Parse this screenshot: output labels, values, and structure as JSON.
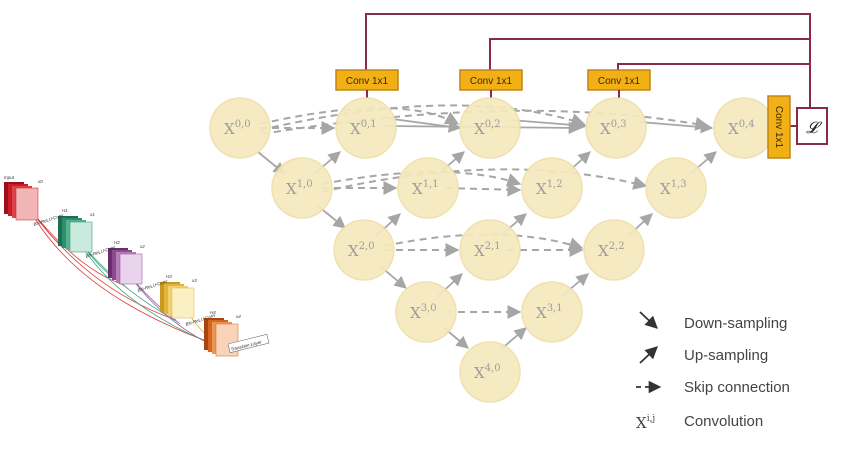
{
  "colors": {
    "node_fill": "#f6e9bd",
    "node_stroke": "#eedfa8",
    "arrow": "#a6a6a6",
    "conv_box": "#f2b017",
    "conv_border": "#c0851a",
    "supervision_line": "#8a2a4a"
  },
  "nodes": [
    {
      "id": "x00",
      "base": "X",
      "sup": "0,0"
    },
    {
      "id": "x01",
      "base": "X",
      "sup": "0,1"
    },
    {
      "id": "x02",
      "base": "X",
      "sup": "0,2"
    },
    {
      "id": "x03",
      "base": "X",
      "sup": "0,3"
    },
    {
      "id": "x04",
      "base": "X",
      "sup": "0,4"
    },
    {
      "id": "x10",
      "base": "X",
      "sup": "1,0"
    },
    {
      "id": "x11",
      "base": "X",
      "sup": "1,1"
    },
    {
      "id": "x12",
      "base": "X",
      "sup": "1,2"
    },
    {
      "id": "x13",
      "base": "X",
      "sup": "1,3"
    },
    {
      "id": "x20",
      "base": "X",
      "sup": "2,0"
    },
    {
      "id": "x21",
      "base": "X",
      "sup": "2,1"
    },
    {
      "id": "x22",
      "base": "X",
      "sup": "2,2"
    },
    {
      "id": "x30",
      "base": "X",
      "sup": "3,0"
    },
    {
      "id": "x31",
      "base": "X",
      "sup": "3,1"
    },
    {
      "id": "x40",
      "base": "X",
      "sup": "4,0"
    }
  ],
  "conv_boxes": [
    "Conv 1x1",
    "Conv 1x1",
    "Conv 1x1",
    "Conv 1x1"
  ],
  "loss_symbol": "𝓛",
  "legend": [
    {
      "icon": "down-sampling-arrow-icon",
      "label": "Down-sampling"
    },
    {
      "icon": "up-sampling-arrow-icon",
      "label": "Up-sampling"
    },
    {
      "icon": "skip-connection-arrow-icon",
      "label": "Skip connection"
    },
    {
      "icon": "convolution-symbol",
      "symbol_base": "X",
      "symbol_sup": "i,j",
      "label": "Convolution"
    }
  ],
  "densenet_inset": {
    "input_label": "Input",
    "block_labels": [
      "H1",
      "H2",
      "H3",
      "H4"
    ],
    "feature_labels": [
      "x0",
      "x1",
      "x2",
      "x3",
      "x4"
    ],
    "layer_labels": [
      "BN-ReLU-Conv",
      "BN-ReLU-Conv",
      "BN-ReLU-Conv",
      "BN-ReLU-Conv"
    ],
    "transition_label": "Transition Layer",
    "block_colors": [
      "#c41e2a",
      "#2f8c6e",
      "#8a4a8e",
      "#e2b53a",
      "#d4661f"
    ]
  }
}
